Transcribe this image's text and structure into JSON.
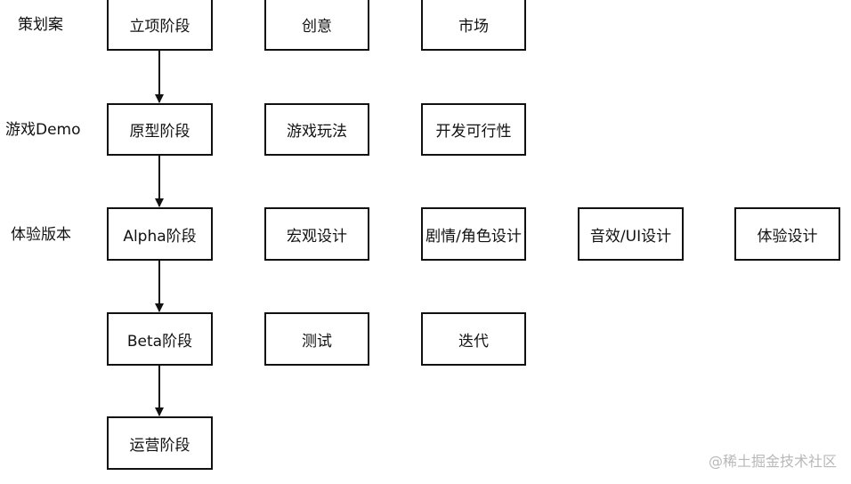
{
  "rows": [
    {
      "label": "策划案",
      "stage": "立项阶段",
      "items": [
        "创意",
        "市场"
      ]
    },
    {
      "label": "游戏Demo",
      "stage": "原型阶段",
      "items": [
        "游戏玩法",
        "开发可行性"
      ]
    },
    {
      "label": "体验版本",
      "stage": "Alpha阶段",
      "items": [
        "宏观设计",
        "剧情/角色设计",
        "音效/UI设计",
        "体验设计"
      ]
    },
    {
      "label": "",
      "stage": "Beta阶段",
      "items": [
        "测试",
        "迭代"
      ]
    },
    {
      "label": "",
      "stage": "运营阶段",
      "items": []
    }
  ],
  "watermark": "@稀土掘金技术社区"
}
